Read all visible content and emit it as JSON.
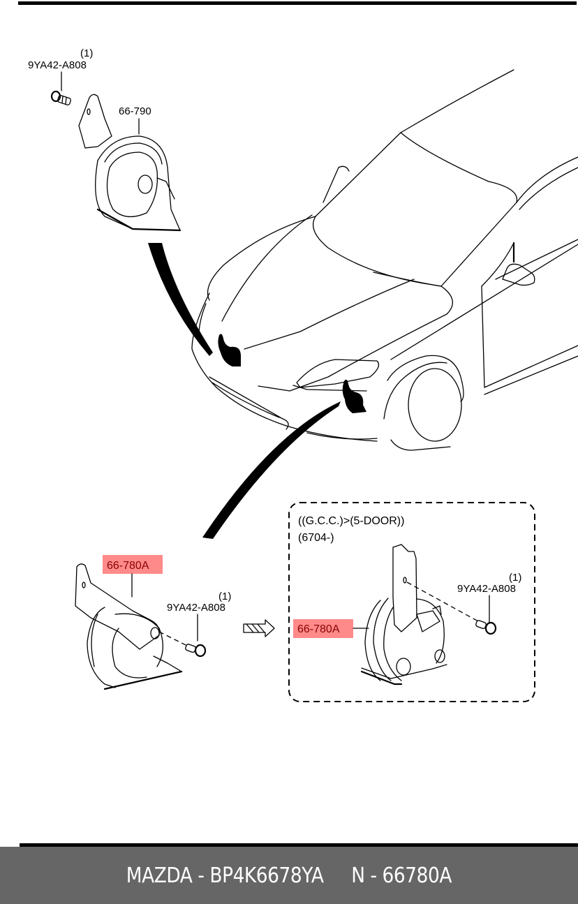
{
  "diagram": {
    "title": "Horn installation",
    "colors": {
      "line": "#000000",
      "highlight_fill": "#ff8a8a",
      "highlight_text": "#8b0000",
      "footer_bg": "#666666",
      "footer_text": "#ffffff"
    },
    "top_section": {
      "bolt_label": {
        "part_no": "9YA42-A808",
        "qty": "(1)"
      },
      "horn_label": {
        "part_no": "66-790"
      }
    },
    "bottom_left": {
      "horn_label": {
        "part_no": "66-780A",
        "highlighted": true
      },
      "bolt_label": {
        "part_no": "9YA42-A808",
        "qty": "(1)"
      }
    },
    "variant_box": {
      "condition_line1": "((G.C.C.)>(5-DOOR))",
      "condition_line2": "(6704-)",
      "horn_label": {
        "part_no": "66-780A",
        "highlighted": true
      },
      "bolt_label": {
        "part_no": "9YA42-A808",
        "qty": "(1)"
      }
    },
    "arrow": {
      "icon": "hatched-right-arrow-icon"
    }
  },
  "footer": {
    "text": "MAZDA - BP4K6678YA     N - 66780A"
  }
}
